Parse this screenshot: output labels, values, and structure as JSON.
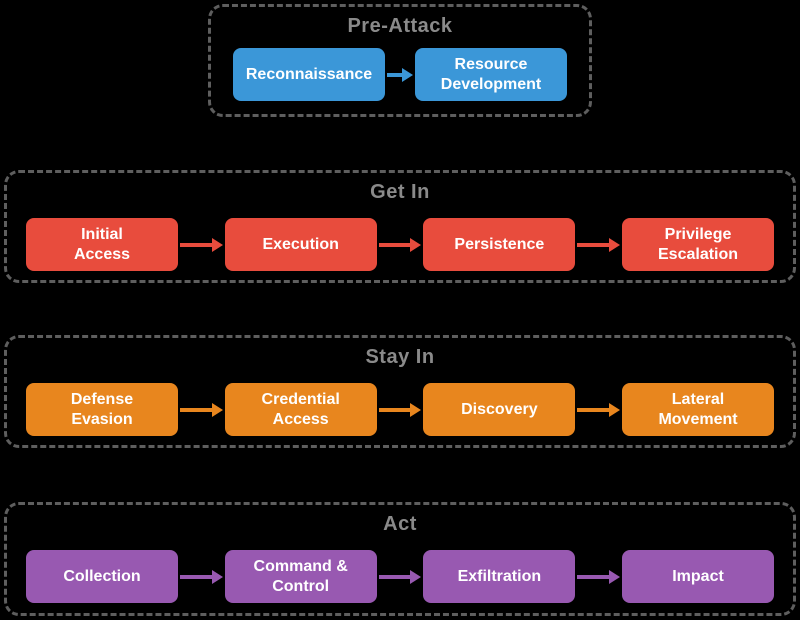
{
  "colors": {
    "background": "#000000",
    "border": "#5E5E5E",
    "title": "#8A8A8A",
    "box_text": "#FFFFFF"
  },
  "groups": [
    {
      "title": "Pre-Attack",
      "color": "#3B97D8",
      "boxes": [
        "Reconnaissance",
        "Resource\nDevelopment"
      ]
    },
    {
      "title": "Get In",
      "color": "#E84C3D",
      "boxes": [
        "Initial\nAccess",
        "Execution",
        "Persistence",
        "Privilege\nEscalation"
      ]
    },
    {
      "title": "Stay In",
      "color": "#E8861E",
      "boxes": [
        "Defense\nEvasion",
        "Credential\nAccess",
        "Discovery",
        "Lateral\nMovement"
      ]
    },
    {
      "title": "Act",
      "color": "#9859B1",
      "boxes": [
        "Collection",
        "Command &\nControl",
        "Exfiltration",
        "Impact"
      ]
    }
  ]
}
